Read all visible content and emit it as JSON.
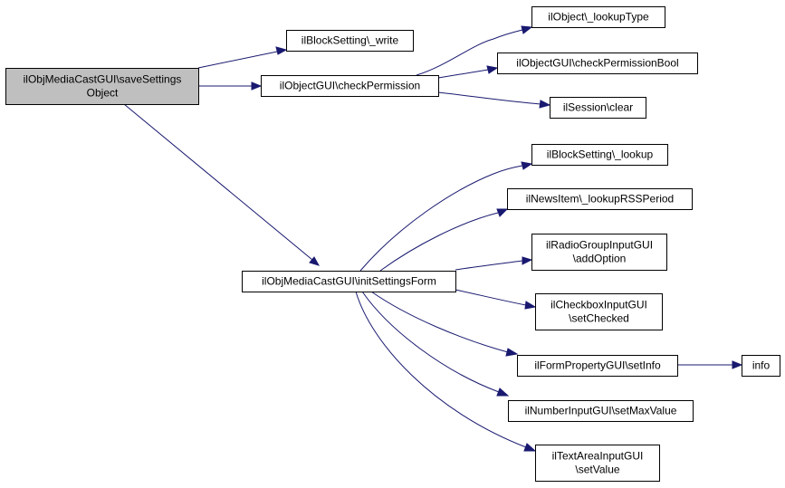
{
  "diagram": {
    "colors": {
      "edge": "#191970",
      "root_fill": "#bfbfbf",
      "node_fill": "#ffffff",
      "node_border": "#000000"
    },
    "nodes": [
      {
        "id": "save_settings",
        "lines": [
          "ilObjMediaCastGUI\\saveSettings",
          "Object"
        ],
        "root": true
      },
      {
        "id": "block_write",
        "lines": [
          "ilBlockSetting\\_write"
        ]
      },
      {
        "id": "check_permission",
        "lines": [
          "ilObjectGUI\\checkPermission"
        ]
      },
      {
        "id": "lookup_type",
        "lines": [
          "ilObject\\_lookupType"
        ]
      },
      {
        "id": "check_permission_bool",
        "lines": [
          "ilObjectGUI\\checkPermissionBool"
        ]
      },
      {
        "id": "session_clear",
        "lines": [
          "ilSession\\clear"
        ]
      },
      {
        "id": "init_settings_form",
        "lines": [
          "ilObjMediaCastGUI\\initSettingsForm"
        ]
      },
      {
        "id": "block_lookup",
        "lines": [
          "ilBlockSetting\\_lookup"
        ]
      },
      {
        "id": "news_lookup_rss",
        "lines": [
          "ilNewsItem\\_lookupRSSPeriod"
        ]
      },
      {
        "id": "radio_add_option",
        "lines": [
          "ilRadioGroupInputGUI",
          "\\addOption"
        ]
      },
      {
        "id": "checkbox_set_checked",
        "lines": [
          "ilCheckboxInputGUI",
          "\\setChecked"
        ]
      },
      {
        "id": "form_set_info",
        "lines": [
          "ilFormPropertyGUI\\setInfo"
        ]
      },
      {
        "id": "info",
        "lines": [
          "info"
        ]
      },
      {
        "id": "number_set_max",
        "lines": [
          "ilNumberInputGUI\\setMaxValue"
        ]
      },
      {
        "id": "textarea_set_value",
        "lines": [
          "ilTextAreaInputGUI",
          "\\setValue"
        ]
      }
    ],
    "edges": [
      {
        "from": "save_settings",
        "to": "block_write"
      },
      {
        "from": "save_settings",
        "to": "check_permission"
      },
      {
        "from": "save_settings",
        "to": "init_settings_form"
      },
      {
        "from": "check_permission",
        "to": "lookup_type"
      },
      {
        "from": "check_permission",
        "to": "check_permission_bool"
      },
      {
        "from": "check_permission",
        "to": "session_clear"
      },
      {
        "from": "init_settings_form",
        "to": "block_lookup"
      },
      {
        "from": "init_settings_form",
        "to": "news_lookup_rss"
      },
      {
        "from": "init_settings_form",
        "to": "radio_add_option"
      },
      {
        "from": "init_settings_form",
        "to": "checkbox_set_checked"
      },
      {
        "from": "init_settings_form",
        "to": "form_set_info"
      },
      {
        "from": "init_settings_form",
        "to": "number_set_max"
      },
      {
        "from": "init_settings_form",
        "to": "textarea_set_value"
      },
      {
        "from": "form_set_info",
        "to": "info"
      }
    ]
  }
}
